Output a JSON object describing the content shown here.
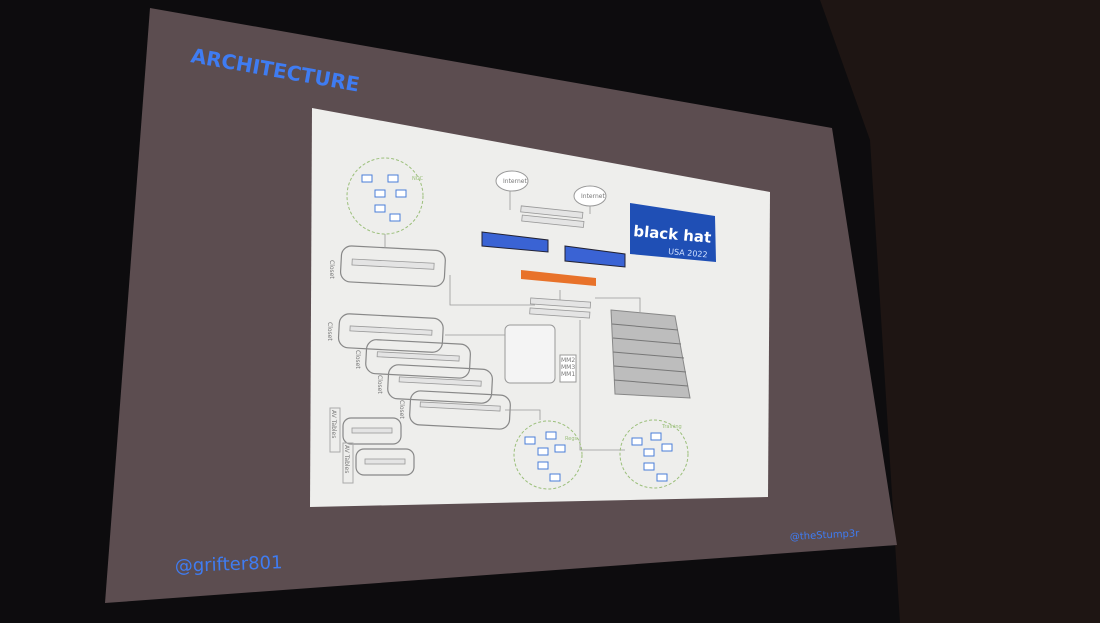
{
  "slide": {
    "title": "ARCHITECTURE",
    "footer_left": "@grifter801",
    "footer_right": "@theStump3r"
  },
  "diagram": {
    "logo": {
      "line1": "black hat",
      "line2": "USA 2022"
    },
    "clouds": [
      "Internet",
      "Internet"
    ],
    "closet_label": "Closet",
    "av_tables_label": "AV Tables",
    "clusters": [
      "NOC",
      "Regs",
      "Training"
    ],
    "wireless_label": [
      "MM2",
      "MM3",
      "MM1"
    ]
  },
  "colors": {
    "accent": "#3f7cf2",
    "slide_bg": "#5c4d50",
    "diagram_bg": "#eeeeec",
    "firewall": "#e8722a",
    "logo_bg": "#1f4fb5"
  }
}
